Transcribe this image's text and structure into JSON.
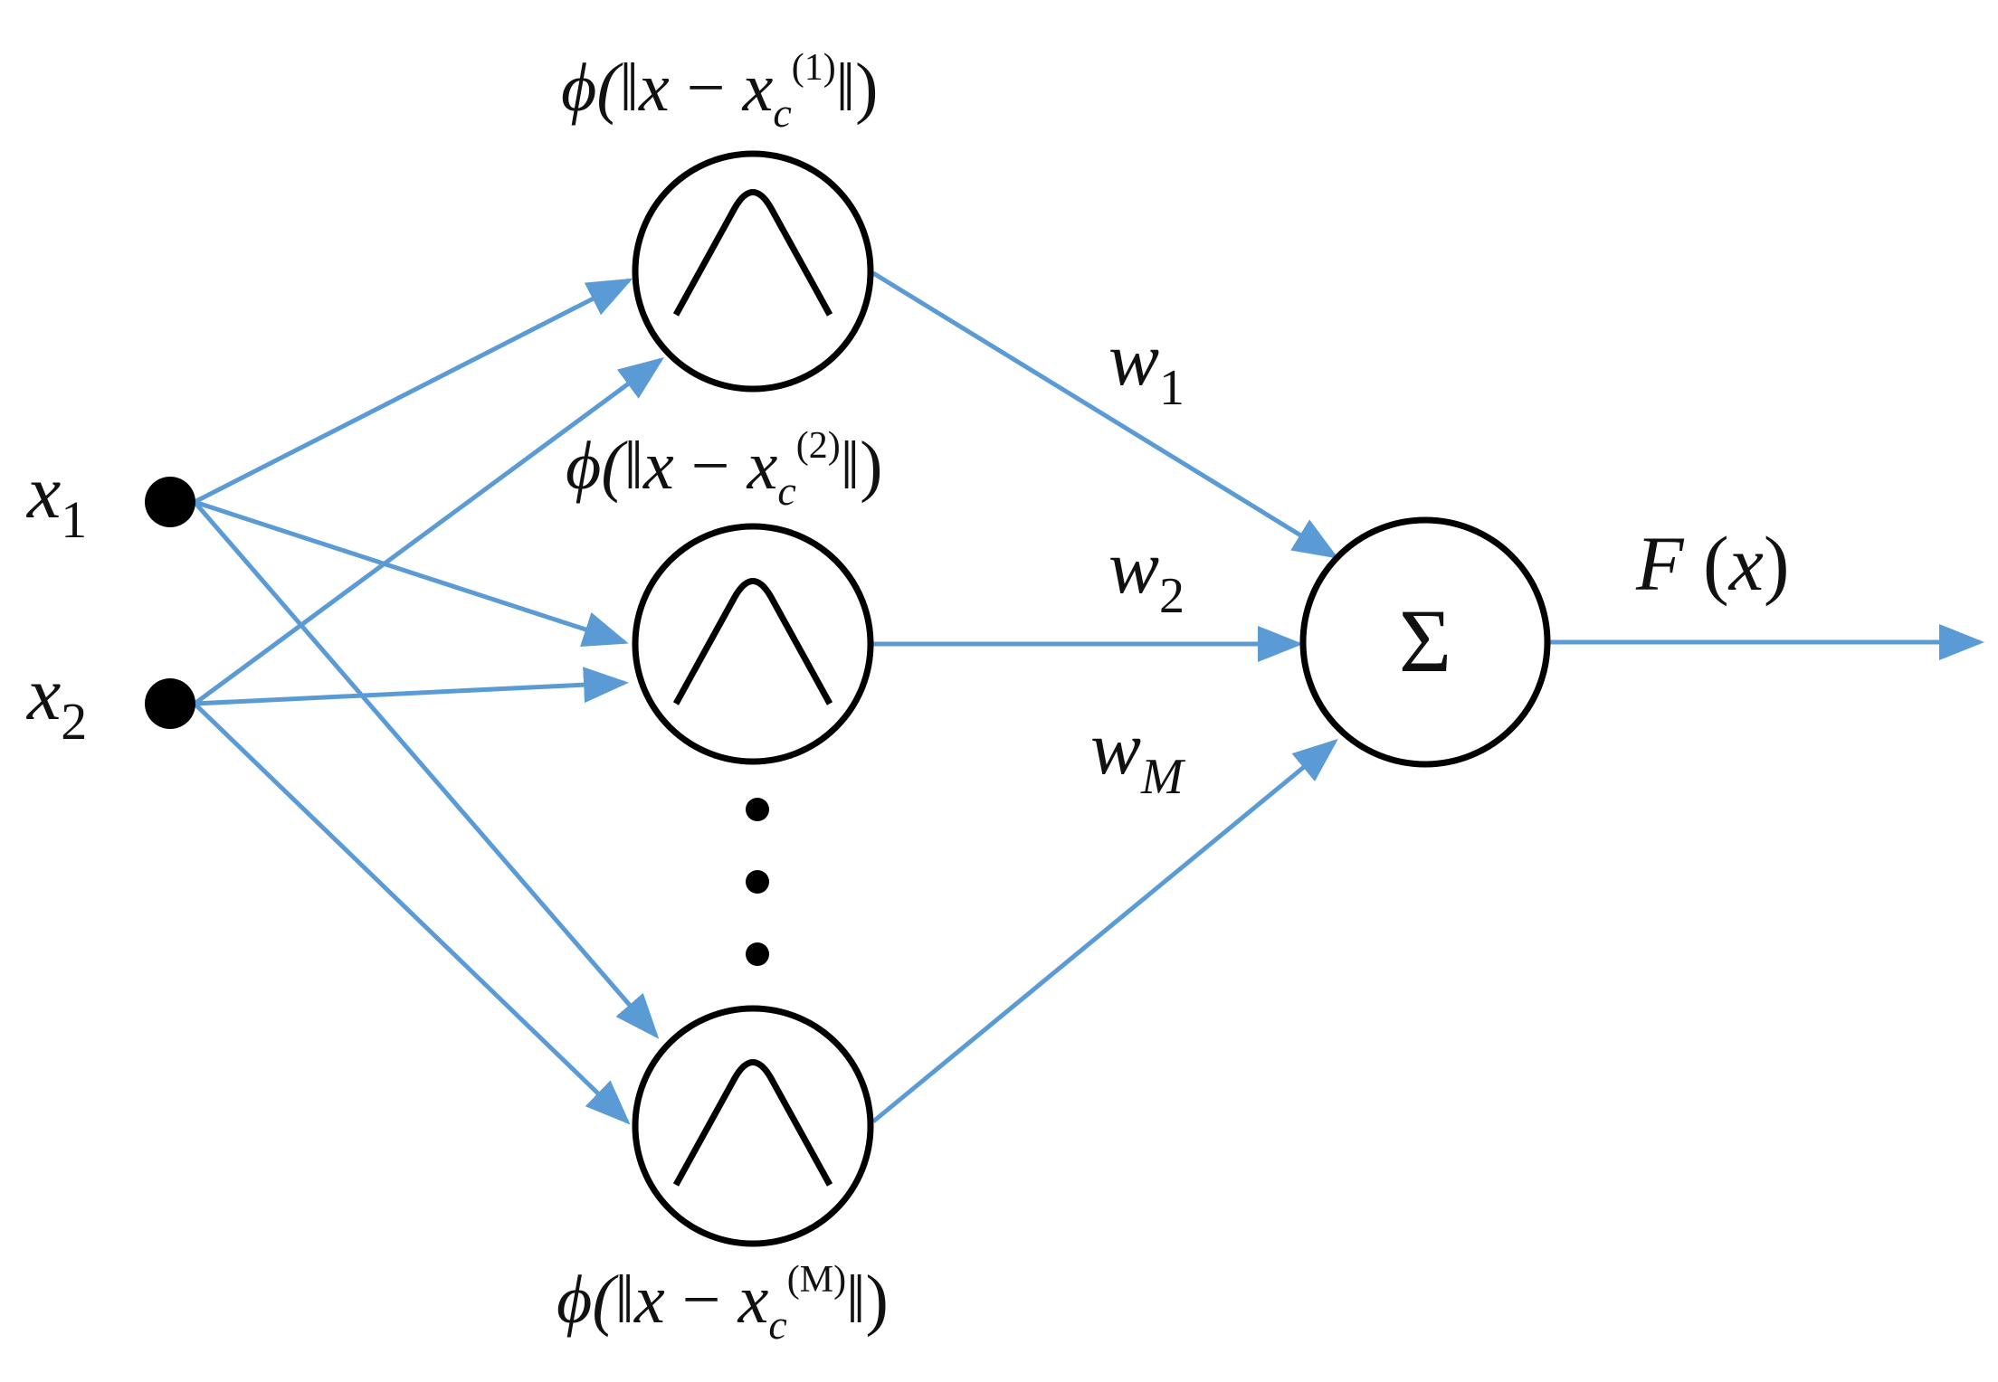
{
  "diagram": {
    "edge_color": "#5b9bd5",
    "node_color": "#000000",
    "inputs": [
      {
        "var": "x",
        "sub": "1"
      },
      {
        "var": "x",
        "sub": "2"
      }
    ],
    "hidden": [
      {
        "label": {
          "phi": "ϕ(",
          "norm_open": "‖",
          "x": "x",
          "minus": " − ",
          "xc": "x",
          "c": "c",
          "sup": "(1)",
          "norm_close": "‖",
          "close": ")"
        }
      },
      {
        "label": {
          "phi": "ϕ(",
          "norm_open": "‖",
          "x": "x",
          "minus": " − ",
          "xc": "x",
          "c": "c",
          "sup": "(2)",
          "norm_close": "‖",
          "close": ")"
        }
      },
      {
        "label": {
          "phi": "ϕ(",
          "norm_open": "‖",
          "x": "x",
          "minus": " − ",
          "xc": "x",
          "c": "c",
          "sup": "(M)",
          "norm_close": "‖",
          "close": ")"
        }
      }
    ],
    "weights": [
      {
        "var": "w",
        "sub": "1"
      },
      {
        "var": "w",
        "sub": "2"
      },
      {
        "var": "w",
        "sub": "M"
      }
    ],
    "sum_symbol": "Σ",
    "output": {
      "fn": "F",
      "open": " (",
      "arg": "x",
      "close": ")"
    }
  }
}
